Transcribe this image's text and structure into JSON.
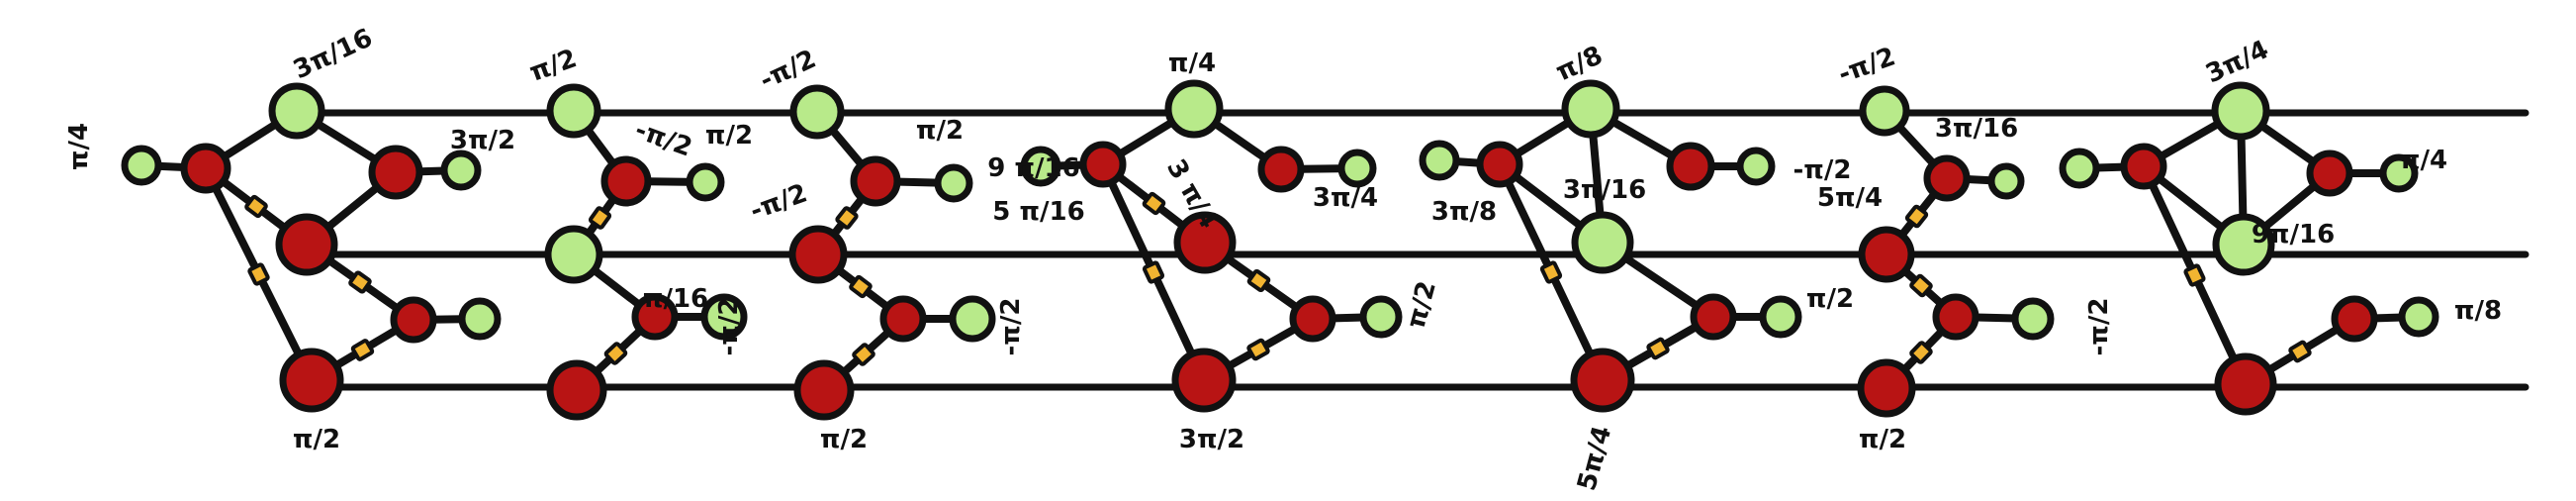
{
  "colors": {
    "z_spider": "#b81414",
    "x_spider": "#b8ea8a",
    "hadamard": "#f2b431",
    "ink": "#111111"
  },
  "phases": [
    "π/4",
    "3π/16",
    "3π/2",
    "π/2",
    "π/2",
    "-π/2",
    "π/2",
    "π/16",
    "-π/2",
    "-π/2",
    "π/2",
    "-π/2",
    "-π/2",
    "π/2",
    "9 π/16",
    "π/4",
    "3 π/4",
    "5 π/16",
    "π/2",
    "3π/2",
    "3π/4",
    "π/8",
    "3π/16",
    "3π/8",
    "5π/4",
    "π/2",
    "-π/2",
    "3π/16",
    "-π/2",
    "-π/2",
    "π/2",
    "5π/4",
    "3π/4",
    "π/4",
    "9π/16",
    "π/8"
  ]
}
